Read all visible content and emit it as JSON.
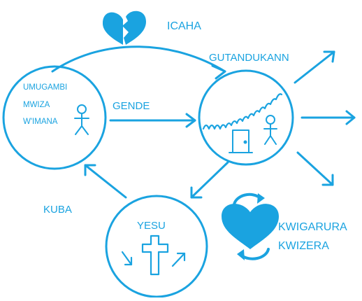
{
  "colors": {
    "accent": "#1aa3e0",
    "background": "#ffffff"
  },
  "labels": {
    "broken_heart": "ICAHA",
    "separation": "GUTANDUKANN",
    "god_line1": "UMUGAMBI",
    "god_line2": "MWIZA",
    "god_line3": "W'IMANA",
    "go": "GENDE",
    "return": "KUBA",
    "jesus": "YESU",
    "repent_line1": "KWIGARURA",
    "repent_line2": "KWIZERA"
  },
  "icons": [
    "broken-heart-icon",
    "person-icon",
    "door-icon",
    "cross-icon",
    "cycling-heart-icon"
  ]
}
